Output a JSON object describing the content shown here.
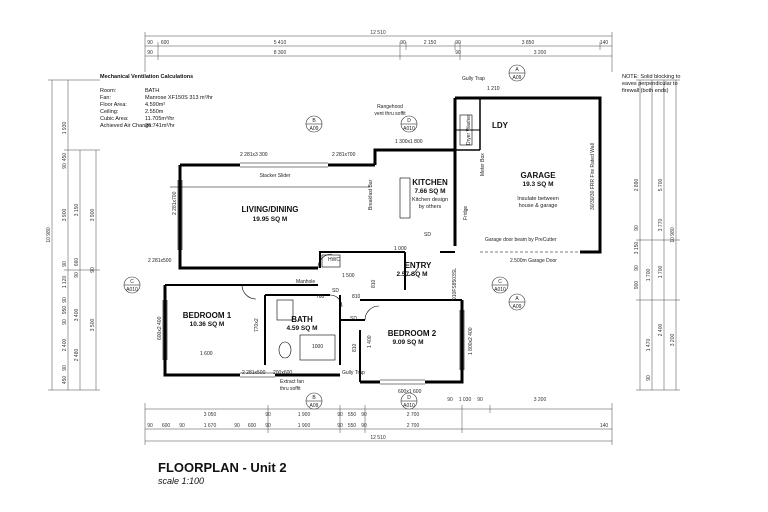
{
  "title": "FLOORPLAN - Unit 2",
  "scale": "scale 1:100",
  "calc": {
    "heading": "Mechanical Ventilation Calculations",
    "rows": [
      {
        "label": "Room:",
        "value": "BATH"
      },
      {
        "label": "Fan:",
        "value": "Manrose XF150S 313 m³/hr"
      },
      {
        "label": "Floor Area:",
        "value": "4.590m²"
      },
      {
        "label": "Ceiling:",
        "value": "2.550m"
      },
      {
        "label": "Cubic Area:",
        "value": "11.705m³/hr"
      },
      {
        "label": "Achieved Air Change:",
        "value": "26.741m³/hr"
      }
    ]
  },
  "note": [
    "NOTE: Solid blocking to",
    "eaves perpendicular to",
    "firewall (both ends)"
  ],
  "rooms": {
    "living": {
      "name": "LIVING/DINING",
      "area": "19.95 SQ M"
    },
    "kitchen": {
      "name": "KITCHEN",
      "area": "7.66 SQ M",
      "note1": "Kitchen design",
      "note2": "by others"
    },
    "garage": {
      "name": "GARAGE",
      "area": "19.3 SQ M",
      "note1": "Insulate between",
      "note2": "house & garage"
    },
    "ldy": {
      "name": "LDY"
    },
    "entry": {
      "name": "ENTRY",
      "area": "2.57 SQ M"
    },
    "bed1": {
      "name": "BEDROOM 1",
      "area": "10.36 SQ M"
    },
    "bath": {
      "name": "BATH",
      "area": "4.59 SQ M"
    },
    "bed2": {
      "name": "BEDROOM 2",
      "area": "9.09 SQ M"
    }
  },
  "annotations": {
    "gully_top": "Gully Trap",
    "rangehood1": "Rangehood",
    "rangehood2": "vent thru soffit",
    "stacker": "Stacker Slider",
    "breakfast": "Breakfast Bar",
    "garage_beam": "Garage door beam by PreCutter",
    "garage_door": "2.500m Garage Door",
    "firewall": "30/30/30 FRR Fire Rated Wall",
    "hwc": "HWC",
    "manhole": "Manhole",
    "extract1": "Extract fan",
    "extract2": "thru soffit",
    "gully_bottom": "Gully Trap",
    "dryer": "Dryer Washer",
    "meter": "Meter Box",
    "fridge": "Fridge",
    "sd1": "SD",
    "sd2": "SD",
    "sd3": "SD"
  },
  "openings": {
    "w_living_top": "2 281x3 300",
    "w_kitchen_top": "2 281x700",
    "w_kitchen_top2": "1 300x1 800",
    "w_living_left": "2 281x700",
    "w_living_left2": "2 281x500",
    "w_bed1_bottom": "2 281x500",
    "w_bath_bottom": "200x600",
    "w_bed2_bottom": "600x1 600",
    "w_bed2_right": "1 800x2 400",
    "w_bed1_left": "600x2 400",
    "w_bath_left": "770x2",
    "door_entry": "810",
    "door_1": "810",
    "door_2": "760",
    "door_3": "810",
    "d_1000": "1 000",
    "d_1500": "1 500",
    "d_1600": "1 600",
    "d_1000b": "1000",
    "d_1400": "1 400",
    "d_1210": "1 210",
    "front_door": "910FS8503SL"
  },
  "dims_top": {
    "overall": "12 510",
    "row2": [
      "90",
      "600",
      "5 410",
      "90",
      "2 150",
      "90",
      "3 850",
      "140"
    ],
    "row3": [
      "90",
      "8 300",
      "90",
      "3 200"
    ]
  },
  "dims_bottom": {
    "row1": [
      "3 050",
      "90",
      "1 900",
      "90",
      "550",
      "90",
      "2 700",
      "90",
      "1 030",
      "90",
      "3 200"
    ],
    "row2": [
      "90",
      "600",
      "90",
      "1 670",
      "90",
      "600",
      "90",
      "1 900",
      "90",
      "550",
      "90",
      "2 700",
      "140"
    ],
    "overall": "12 510"
  },
  "dims_left": {
    "overall": "10 980",
    "col2": [
      "1 930",
      "450",
      "90",
      "3 900",
      "90",
      "1 120",
      "90",
      "950",
      "90",
      "2 400",
      "90",
      "450"
    ],
    "col3": [
      "3 150",
      "660",
      "90",
      "3 400",
      "2 480"
    ],
    "col4": [
      "3 900",
      "90",
      "3 500"
    ]
  },
  "dims_right": {
    "overall": "10 980",
    "col1": [
      "2 890",
      "90",
      "3 150",
      "90",
      "900",
      "1 700",
      "1 470",
      "90"
    ],
    "col2": [
      "5 700",
      "3 770",
      "1 700",
      "2 400",
      "3 200"
    ]
  },
  "markers": [
    {
      "letter": "A",
      "ref": "A09"
    },
    {
      "letter": "B",
      "ref": "A09"
    },
    {
      "letter": "D",
      "ref": "A010"
    },
    {
      "letter": "C",
      "ref": "A010"
    },
    {
      "letter": "C",
      "ref": "A010"
    },
    {
      "letter": "A",
      "ref": "A09"
    },
    {
      "letter": "B",
      "ref": "A09"
    },
    {
      "letter": "D",
      "ref": "A010"
    }
  ]
}
